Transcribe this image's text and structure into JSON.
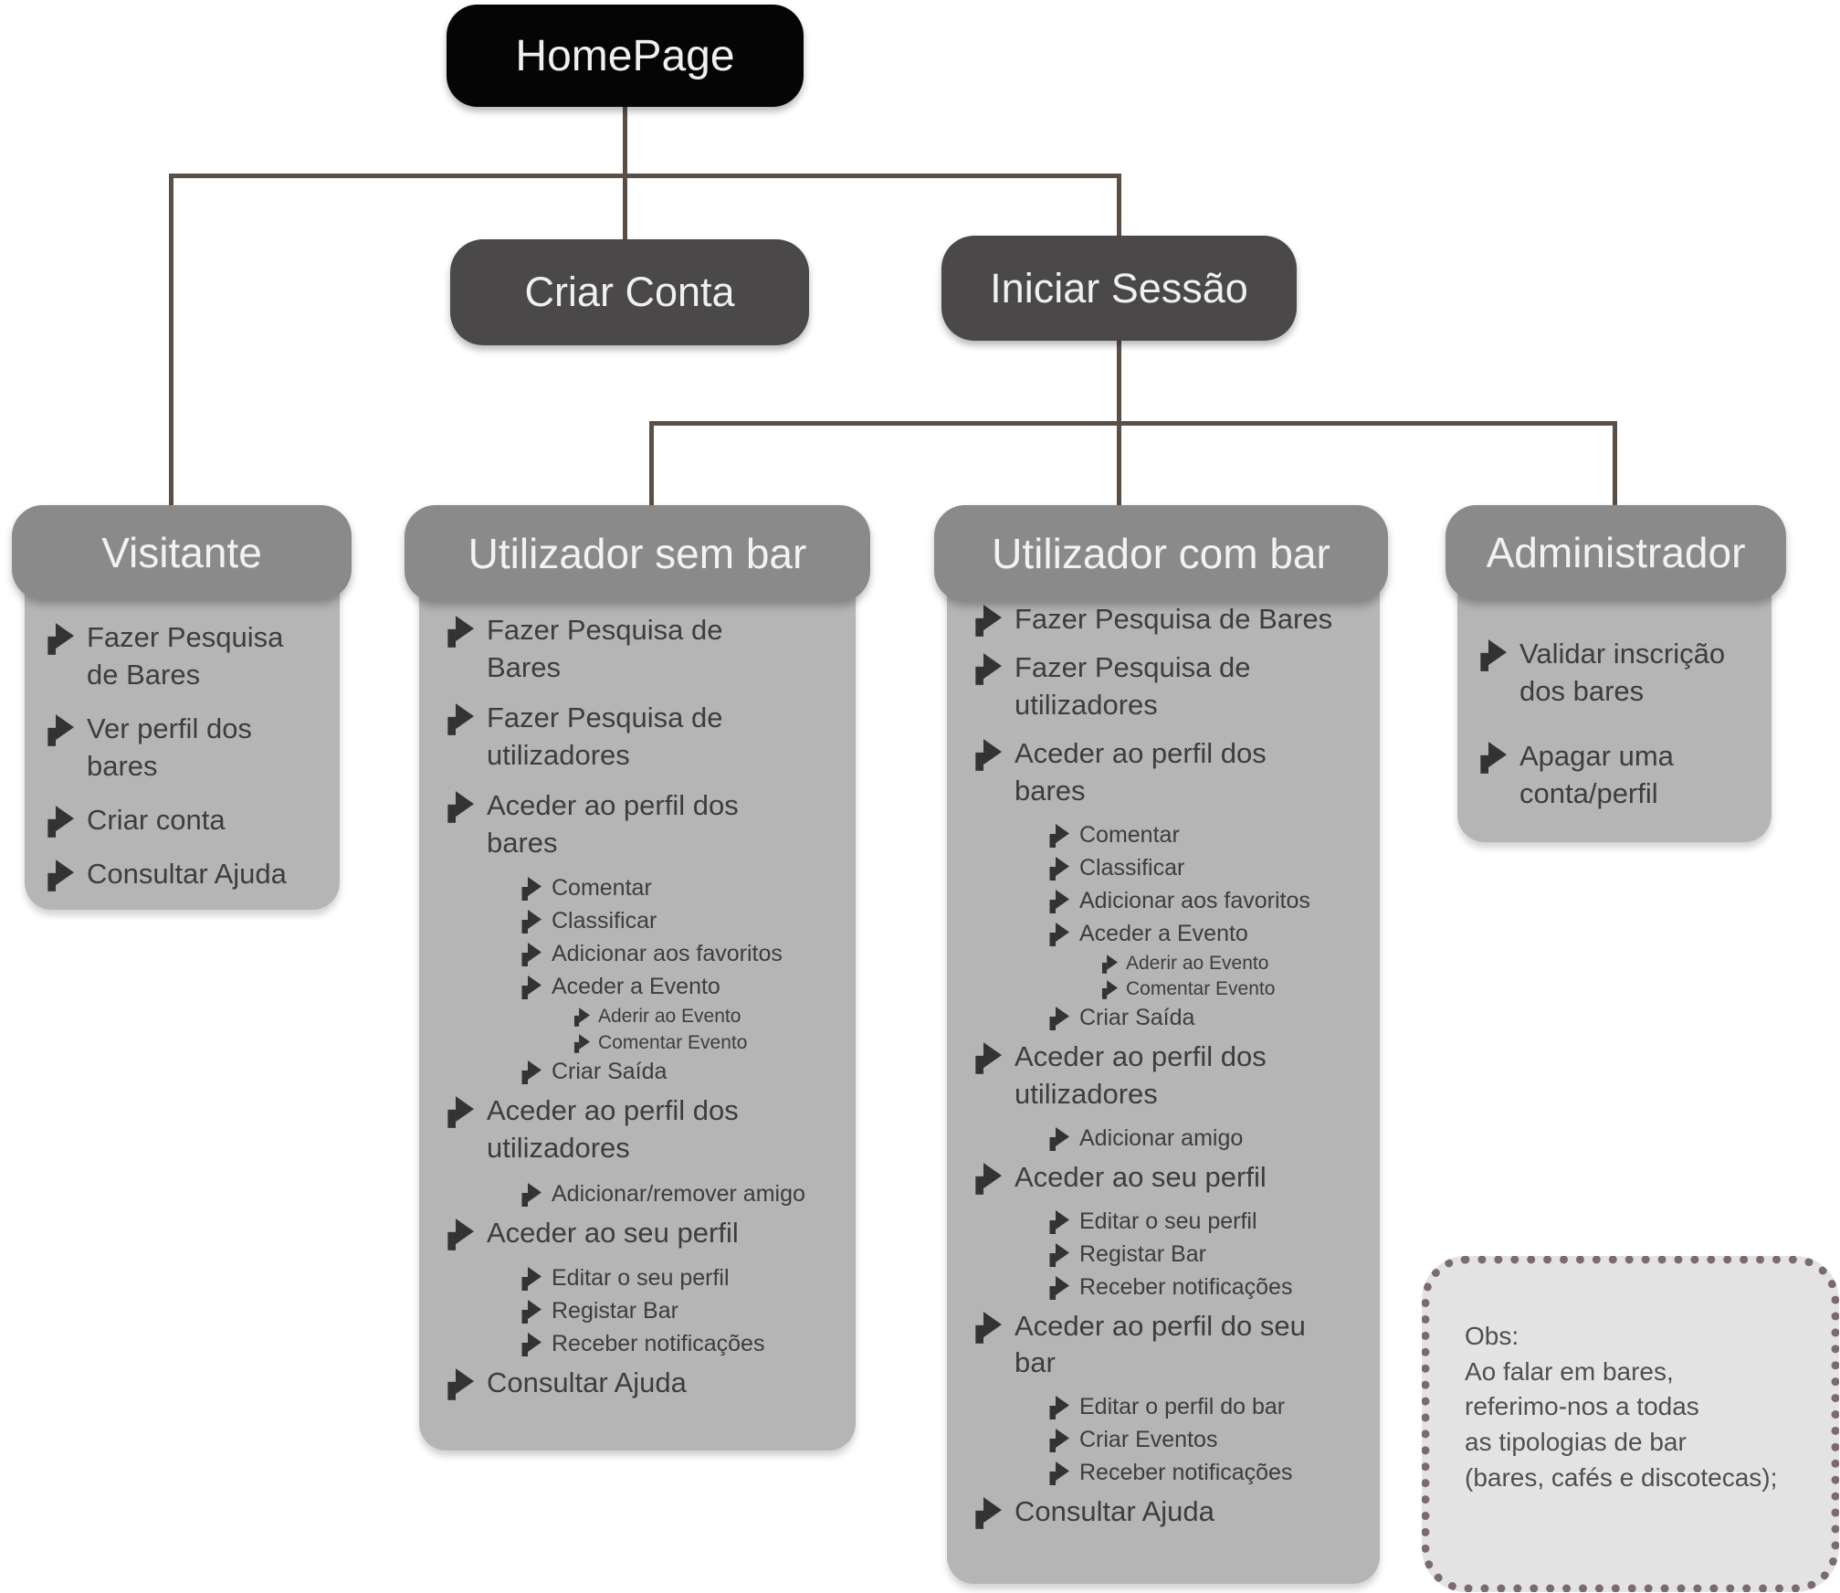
{
  "diagram": {
    "root_label": "HomePage",
    "secondary": [
      {
        "label": "Criar Conta"
      },
      {
        "label": "Iniciar Sessão"
      }
    ],
    "columns": [
      {
        "title": "Visitante",
        "items": [
          {
            "label": "Fazer Pesquisa\nde Bares"
          },
          {
            "label": "Ver perfil dos\nbares"
          },
          {
            "label": "Criar conta"
          },
          {
            "label": "Consultar Ajuda"
          }
        ]
      },
      {
        "title": "Utilizador sem bar",
        "items": [
          {
            "label": "Fazer Pesquisa de\nBares"
          },
          {
            "label": "Fazer Pesquisa de\nutilizadores"
          },
          {
            "label": "Aceder ao perfil dos\nbares",
            "children": [
              {
                "label": "Comentar"
              },
              {
                "label": "Classificar"
              },
              {
                "label": "Adicionar aos favoritos"
              },
              {
                "label": "Aceder a Evento",
                "children": [
                  {
                    "label": "Aderir ao Evento"
                  },
                  {
                    "label": "Comentar Evento"
                  }
                ]
              },
              {
                "label": "Criar Saída"
              }
            ]
          },
          {
            "label": "Aceder ao perfil dos\nutilizadores",
            "children": [
              {
                "label": "Adicionar/remover amigo"
              }
            ]
          },
          {
            "label": "Aceder ao seu perfil",
            "children": [
              {
                "label": "Editar o seu perfil"
              },
              {
                "label": "Registar Bar"
              },
              {
                "label": "Receber notificações"
              }
            ]
          },
          {
            "label": "Consultar Ajuda"
          }
        ]
      },
      {
        "title": "Utilizador com bar",
        "items": [
          {
            "label": "Fazer Pesquisa de Bares"
          },
          {
            "label": "Fazer Pesquisa de\nutilizadores"
          },
          {
            "label": "Aceder ao perfil dos\nbares",
            "children": [
              {
                "label": "Comentar"
              },
              {
                "label": "Classificar"
              },
              {
                "label": "Adicionar aos favoritos"
              },
              {
                "label": "Aceder a Evento",
                "children": [
                  {
                    "label": "Aderir ao Evento"
                  },
                  {
                    "label": "Comentar Evento"
                  }
                ]
              },
              {
                "label": "Criar Saída"
              }
            ]
          },
          {
            "label": "Aceder ao perfil dos\nutilizadores",
            "children": [
              {
                "label": "Adicionar amigo"
              }
            ]
          },
          {
            "label": "Aceder ao seu perfil",
            "children": [
              {
                "label": "Editar o seu perfil"
              },
              {
                "label": "Registar Bar"
              },
              {
                "label": "Receber notificações"
              }
            ]
          },
          {
            "label": "Aceder ao perfil do seu\nbar",
            "children": [
              {
                "label": "Editar o perfil do bar"
              },
              {
                "label": "Criar Eventos"
              },
              {
                "label": "Receber notificações"
              }
            ]
          },
          {
            "label": "Consultar Ajuda"
          }
        ]
      },
      {
        "title": "Administrador",
        "items": [
          {
            "label": "Validar inscrição\ndos bares"
          },
          {
            "label": "Apagar uma\nconta/perfil"
          }
        ]
      }
    ],
    "note_text": "Obs:\nAo falar em bares,\nreferimo-nos a todas\n as tipologias de bar\n (bares, cafés e discotecas);",
    "colors": {
      "root_bg": "#050505",
      "node_bg": "#4a4848",
      "header_bg": "#8a8a8a",
      "panel_bg": "#b5b5b5",
      "line": "#5b4f45",
      "text_dark": "#3d3d3d",
      "arrow": "#333333",
      "note_bg": "#e4e3e3",
      "note_border": "#7b6c6c",
      "note_text": "#4f4f4f"
    }
  }
}
